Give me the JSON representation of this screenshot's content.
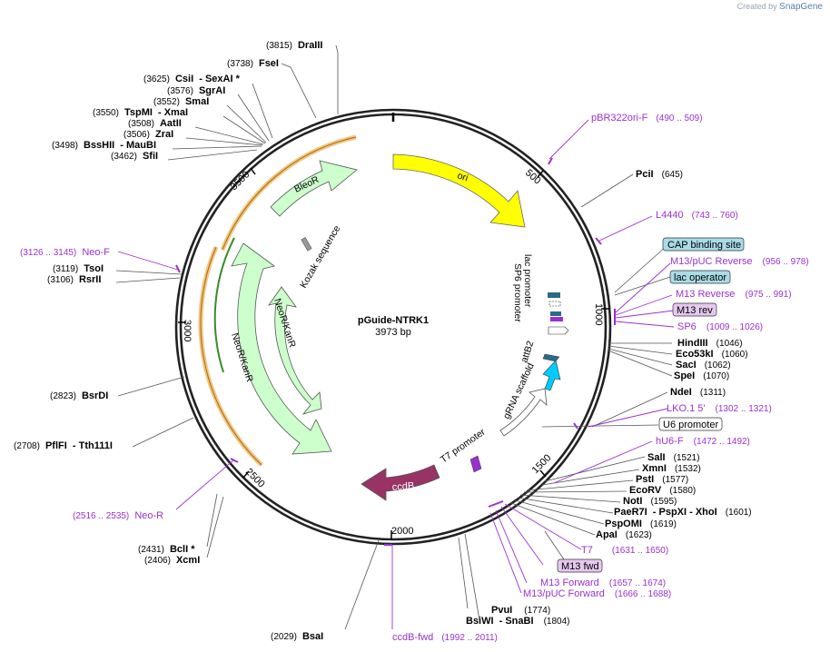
{
  "branding": {
    "created_by": "Created by",
    "product": "SnapGene"
  },
  "plasmid": {
    "name": "pGuide-NTRK1",
    "length": "3973 bp"
  },
  "ticks": [
    "500",
    "1000",
    "1500",
    "2000",
    "2500",
    "3000",
    "3500"
  ],
  "features": {
    "ori": "ori",
    "bleoR": "BleoR",
    "neoR_outer": "NeoR/KanR",
    "neoR_inner": "NeoR/KanR",
    "ccdB": "ccdB",
    "kozak": "Kozak sequence",
    "lac_promoter": "lac promoter",
    "sp6_promoter": "SP6 promoter",
    "attB2": "attB2",
    "grna": "gRNA scaffold",
    "t7_promoter": "T7 promoter"
  },
  "labels": {
    "DraIII": {
      "pos": "(3815)",
      "name": "DraIII"
    },
    "FseI": {
      "pos": "(3738)",
      "name": "FseI"
    },
    "CsiI": {
      "pos": "(3625)",
      "name": "CsiI",
      "extra": "- SexAI *"
    },
    "SgrAI": {
      "pos": "(3576)",
      "name": "SgrAI"
    },
    "SmaI": {
      "pos": "(3552)",
      "name": "SmaI"
    },
    "TspMI": {
      "pos": "(3550)",
      "name": "TspMI",
      "extra": "- XmaI"
    },
    "AatII": {
      "pos": "(3508)",
      "name": "AatII"
    },
    "ZraI": {
      "pos": "(3506)",
      "name": "ZraI"
    },
    "BssHII": {
      "pos": "(3498)",
      "name": "BssHII",
      "extra": "- MauBI"
    },
    "SfiI": {
      "pos": "(3462)",
      "name": "SfiI"
    },
    "NeoF": {
      "pos": "(3126 .. 3145)",
      "name": "Neo-F"
    },
    "TsoI": {
      "pos": "(3119)",
      "name": "TsoI"
    },
    "RsrII": {
      "pos": "(3106)",
      "name": "RsrII"
    },
    "BsrDI": {
      "pos": "(2823)",
      "name": "BsrDI"
    },
    "PflFI": {
      "pos": "(2708)",
      "name": "PflFI",
      "extra": "- Tth111I"
    },
    "NeoR": {
      "name": "Neo-R",
      "pos": "(2516 .. 2535)"
    },
    "BclI": {
      "pos": "(2431)",
      "name": "BclI *"
    },
    "XcmI": {
      "pos": "(2406)",
      "name": "XcmI"
    },
    "BsaI": {
      "pos": "(2029)",
      "name": "BsaI"
    },
    "ccdBfwd": {
      "name": "ccdB-fwd",
      "pos": "(1992 .. 2011)"
    },
    "pBR322": {
      "name": "pBR322ori-F",
      "pos": "(490 .. 509)"
    },
    "PciI": {
      "name": "PciI",
      "pos": "(645)"
    },
    "L4440": {
      "name": "L4440",
      "pos": "(743 .. 760)"
    },
    "CAP": {
      "name": "CAP binding site"
    },
    "M13pUCrev": {
      "name": "M13/pUC Reverse",
      "pos": "(956 .. 978)"
    },
    "lacop": {
      "name": "lac operator"
    },
    "M13Rev": {
      "name": "M13 Reverse",
      "pos": "(975 .. 991)"
    },
    "M13rev": {
      "name": "M13 rev"
    },
    "SP6": {
      "name": "SP6",
      "pos": "(1009 .. 1026)"
    },
    "HindIII": {
      "name": "HindIII",
      "pos": "(1046)"
    },
    "Eco53kI": {
      "name": "Eco53kI",
      "pos": "(1060)"
    },
    "SacI": {
      "name": "SacI",
      "pos": "(1062)"
    },
    "SpeI": {
      "name": "SpeI",
      "pos": "(1070)"
    },
    "NdeI": {
      "name": "NdeI",
      "pos": "(1311)"
    },
    "LKO": {
      "name": "LKO.1 5'",
      "pos": "(1302 .. 1321)"
    },
    "U6": {
      "name": "U6 promoter"
    },
    "hU6F": {
      "name": "hU6-F",
      "pos": "(1472 .. 1492)"
    },
    "SalI": {
      "name": "SalI",
      "pos": "(1521)"
    },
    "XmnI": {
      "name": "XmnI",
      "pos": "(1532)"
    },
    "PstI": {
      "name": "PstI",
      "pos": "(1577)"
    },
    "EcoRV": {
      "name": "EcoRV",
      "pos": "(1580)"
    },
    "NotI": {
      "name": "NotI",
      "pos": "(1595)"
    },
    "PaeR7I": {
      "name": "PaeR7I",
      "extra": "- PspXI - XhoI",
      "pos": "(1601)"
    },
    "PspOMI": {
      "name": "PspOMI",
      "pos": "(1619)"
    },
    "ApaI": {
      "name": "ApaI",
      "pos": "(1623)"
    },
    "T7": {
      "name": "T7",
      "pos": "(1631 .. 1650)"
    },
    "M13fwd": {
      "name": "M13 fwd"
    },
    "M13Fwd": {
      "name": "M13 Forward",
      "pos": "(1657 .. 1674)"
    },
    "M13pUCfwd": {
      "name": "M13/pUC Forward",
      "pos": "(1666 .. 1688)"
    },
    "PvuI": {
      "name": "PvuI",
      "pos": "(1774)"
    },
    "BsiWI": {
      "name": "BsiWI",
      "extra": "- SnaBI",
      "pos": "(1804)"
    }
  },
  "colors": {
    "ori": "#ffff00",
    "resistance": "#ccffcc",
    "ccdB": "#993366",
    "primer": "#9b30d0",
    "promoter_fill": "#ffffff",
    "outline_orange": "#f5c57a",
    "cap_box": "#a8dce6",
    "m13rev_box": "#e6c8ef"
  }
}
